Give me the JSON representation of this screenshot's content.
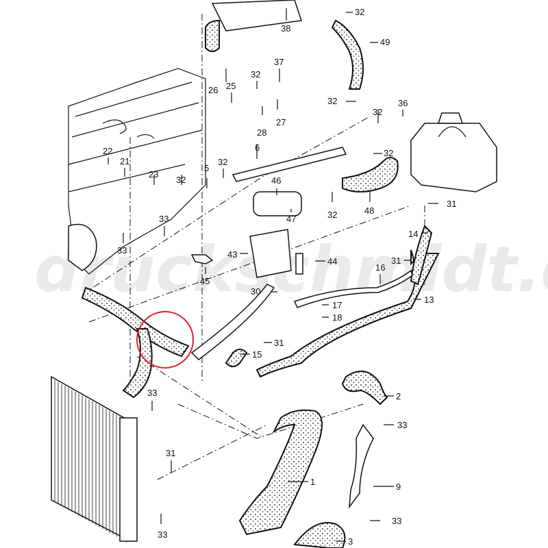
{
  "watermark": "druckschmidt.de",
  "callouts": [
    "32",
    "38",
    "49",
    "37",
    "32",
    "25",
    "26",
    "28",
    "27",
    "32",
    "36",
    "22",
    "21",
    "23",
    "32",
    "5",
    "32",
    "6",
    "46",
    "32",
    "48",
    "31",
    "33",
    "33",
    "47",
    "32",
    "14",
    "43",
    "44",
    "45",
    "16",
    "31",
    "30",
    "13",
    "17",
    "18",
    "31",
    "15",
    "2",
    "33",
    "33",
    "31",
    "1",
    "9",
    "33",
    "33",
    "3"
  ],
  "highlight_color": "#e0202a"
}
